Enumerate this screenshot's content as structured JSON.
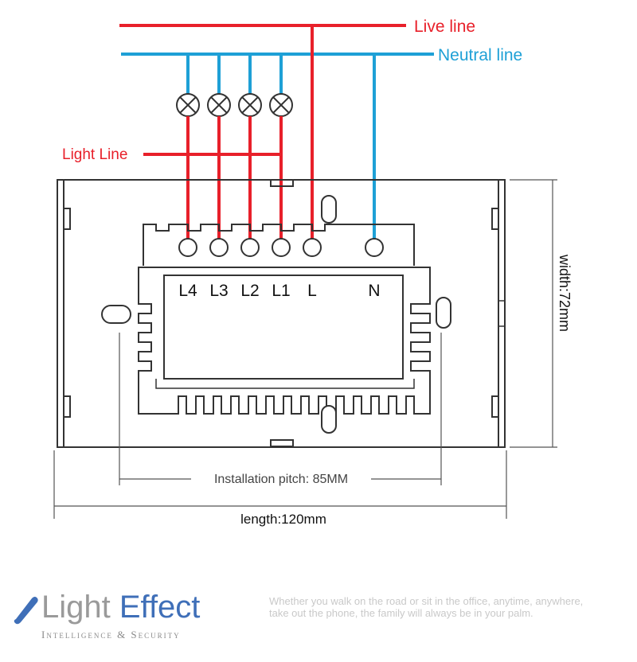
{
  "diagram": {
    "live_label": "Live line",
    "neutral_label": "Neutral line",
    "light_label": "Light Line",
    "terminals": [
      "L4",
      "L3",
      "L2",
      "L1",
      "L",
      "N"
    ],
    "width_label": "width:72mm",
    "pitch_label": "Installation pitch: 85MM",
    "length_label": "length:120mm"
  },
  "brand": {
    "name_part1": "Light",
    "name_part2": "Effect",
    "tagline": "Intelligence & Security",
    "slogan_line1": "Whether you walk on the road or sit in the office, anytime, anywhere,",
    "slogan_line2": "take out the phone, the family will always be in your palm."
  },
  "colors": {
    "live": "#e8202a",
    "neutral": "#1ea0d6",
    "outline": "#333333",
    "brand_blue": "#3f6fb8"
  }
}
